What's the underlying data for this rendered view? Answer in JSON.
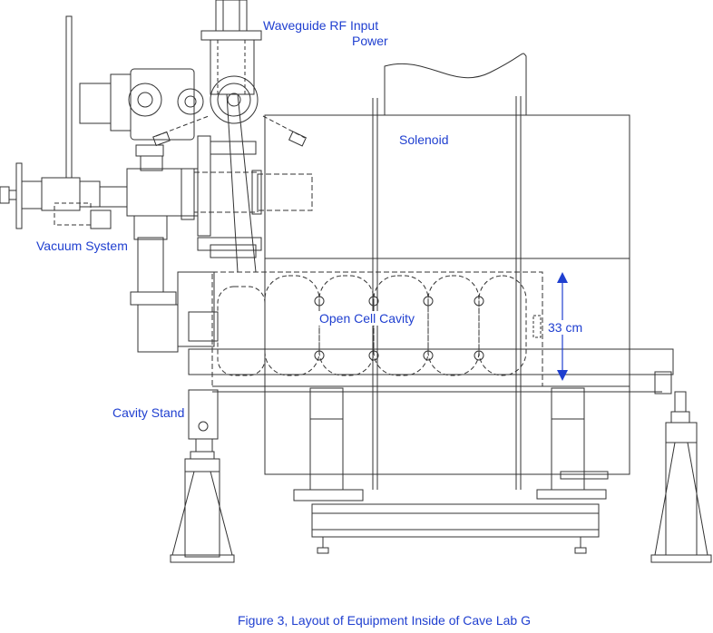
{
  "labels": {
    "waveguide_line1": "Waveguide RF Input",
    "waveguide_line2": "Power",
    "solenoid": "Solenoid",
    "vacuum_system": "Vacuum System",
    "open_cell_cavity": "Open Cell Cavity",
    "dimension": "33 cm",
    "cavity_stand": "Cavity Stand"
  },
  "caption": "Figure 3, Layout of Equipment Inside of Cave Lab G",
  "colors": {
    "label_text": "#1f3fd0",
    "line_art": "#333333",
    "dimension_arrow": "#1f3fd0"
  },
  "icons": {
    "dimension_arrow_up": "arrow-up-icon",
    "dimension_arrow_down": "arrow-down-icon"
  }
}
